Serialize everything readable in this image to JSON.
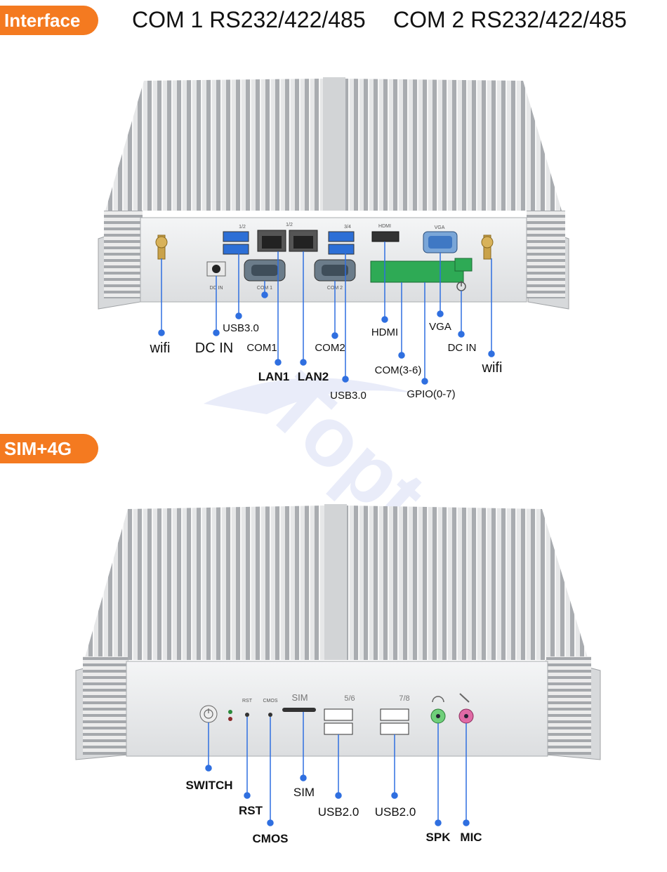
{
  "header": {
    "interface_badge": "Interface",
    "com1": "COM 1  RS232/422/485",
    "com2": "COM 2  RS232/422/485",
    "sim_badge": "SIM+4G"
  },
  "colors": {
    "badge": "#f47a20",
    "callout": "#2f6fe0",
    "chassis": "#c8cacd",
    "watermark": "#dfe3f6"
  },
  "watermark": "Topton",
  "front_panel": {
    "port_labels": {
      "usb_1_2": "1/2",
      "lan_1_2": "1/2",
      "usb_3_4": "3/4",
      "hdmi": "HDMI",
      "vga": "VGA",
      "dc_in": "DC IN",
      "com1": "COM 1",
      "com2": "COM 2"
    },
    "callouts": {
      "wifi_left": "wifi",
      "dc_in_left": "DC IN",
      "usb3_left": "USB3.0",
      "com1": "COM1",
      "lan1": "LAN1",
      "lan2": "LAN2",
      "com2": "COM2",
      "usb3_right": "USB3.0",
      "hdmi": "HDMI",
      "com36": "COM(3-6)",
      "gpio": "GPIO(0-7)",
      "vga": "VGA",
      "dc_in_right": "DC IN",
      "wifi_right": "wifi"
    }
  },
  "back_panel": {
    "port_labels": {
      "rst": "RST",
      "cmos": "CMOS",
      "sim": "SIM",
      "usb_5_6": "5/6",
      "usb_7_8": "7/8"
    },
    "callouts": {
      "switch": "SWITCH",
      "rst": "RST",
      "cmos": "CMOS",
      "sim": "SIM",
      "usb2_a": "USB2.0",
      "usb2_b": "USB2.0",
      "spk": "SPK",
      "mic": "MIC"
    }
  }
}
